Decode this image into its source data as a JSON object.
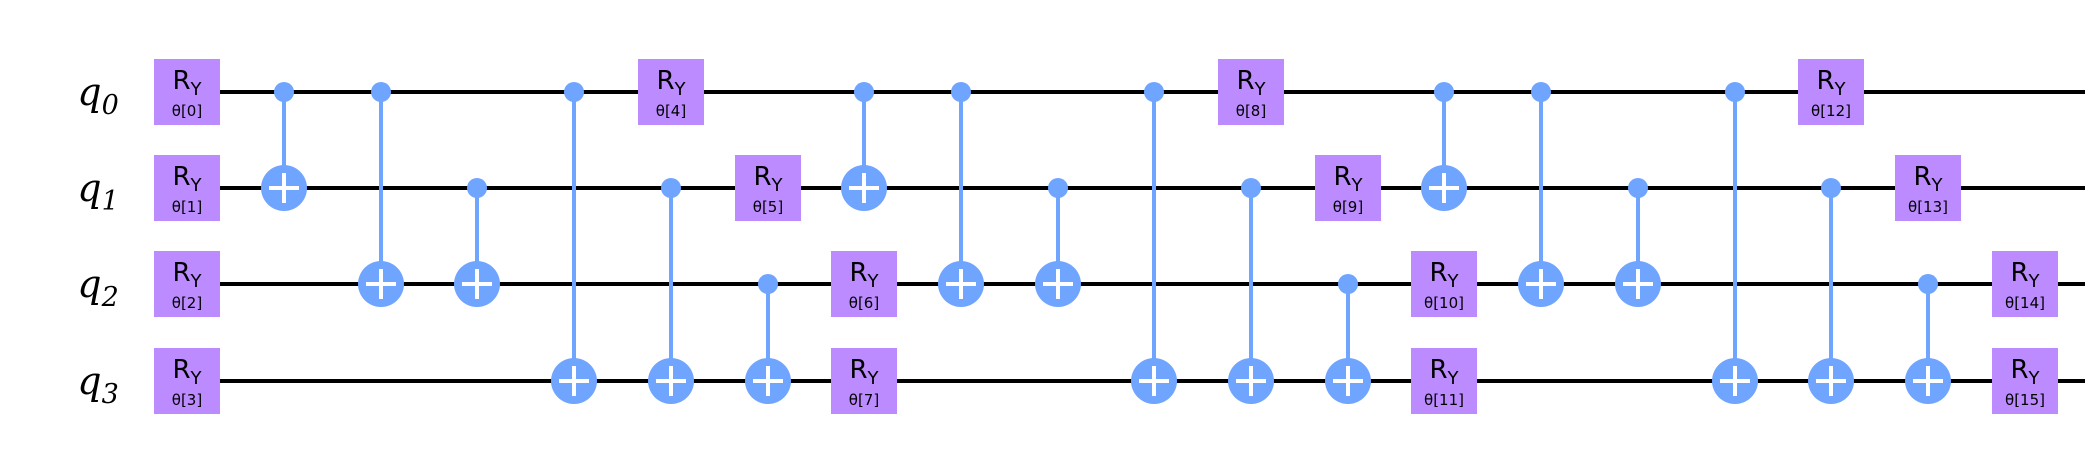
{
  "qubits": [
    {
      "base": "q",
      "index": "0"
    },
    {
      "base": "q",
      "index": "1"
    },
    {
      "base": "q",
      "index": "2"
    },
    {
      "base": "q",
      "index": "3"
    }
  ],
  "colors": {
    "wire": "#000000",
    "ry_gate": "#bb8bff",
    "cx_gate": "#6fa4ff",
    "cx_plus": "#ffffff"
  },
  "gates": [
    {
      "type": "RY",
      "name": "R",
      "sub": "Y",
      "param": "θ[0]",
      "qubit": 0,
      "column": 0
    },
    {
      "type": "RY",
      "name": "R",
      "sub": "Y",
      "param": "θ[1]",
      "qubit": 1,
      "column": 0
    },
    {
      "type": "RY",
      "name": "R",
      "sub": "Y",
      "param": "θ[2]",
      "qubit": 2,
      "column": 0
    },
    {
      "type": "RY",
      "name": "R",
      "sub": "Y",
      "param": "θ[3]",
      "qubit": 3,
      "column": 0
    },
    {
      "type": "CX",
      "control": 0,
      "target": 1,
      "column": 1
    },
    {
      "type": "CX",
      "control": 0,
      "target": 2,
      "column": 2
    },
    {
      "type": "CX",
      "control": 1,
      "target": 2,
      "column": 3
    },
    {
      "type": "CX",
      "control": 0,
      "target": 3,
      "column": 4
    },
    {
      "type": "RY",
      "name": "R",
      "sub": "Y",
      "param": "θ[4]",
      "qubit": 0,
      "column": 5
    },
    {
      "type": "CX",
      "control": 1,
      "target": 3,
      "column": 5
    },
    {
      "type": "RY",
      "name": "R",
      "sub": "Y",
      "param": "θ[5]",
      "qubit": 1,
      "column": 6
    },
    {
      "type": "CX",
      "control": 2,
      "target": 3,
      "column": 6
    },
    {
      "type": "CX",
      "control": 0,
      "target": 1,
      "column": 7
    },
    {
      "type": "RY",
      "name": "R",
      "sub": "Y",
      "param": "θ[6]",
      "qubit": 2,
      "column": 7
    },
    {
      "type": "RY",
      "name": "R",
      "sub": "Y",
      "param": "θ[7]",
      "qubit": 3,
      "column": 7
    },
    {
      "type": "CX",
      "control": 0,
      "target": 2,
      "column": 8
    },
    {
      "type": "CX",
      "control": 1,
      "target": 2,
      "column": 9
    },
    {
      "type": "CX",
      "control": 0,
      "target": 3,
      "column": 10
    },
    {
      "type": "RY",
      "name": "R",
      "sub": "Y",
      "param": "θ[8]",
      "qubit": 0,
      "column": 11
    },
    {
      "type": "CX",
      "control": 1,
      "target": 3,
      "column": 11
    },
    {
      "type": "RY",
      "name": "R",
      "sub": "Y",
      "param": "θ[9]",
      "qubit": 1,
      "column": 12
    },
    {
      "type": "CX",
      "control": 2,
      "target": 3,
      "column": 12
    },
    {
      "type": "CX",
      "control": 0,
      "target": 1,
      "column": 13
    },
    {
      "type": "RY",
      "name": "R",
      "sub": "Y",
      "param": "θ[10]",
      "qubit": 2,
      "column": 13
    },
    {
      "type": "RY",
      "name": "R",
      "sub": "Y",
      "param": "θ[11]",
      "qubit": 3,
      "column": 13
    },
    {
      "type": "CX",
      "control": 0,
      "target": 2,
      "column": 14
    },
    {
      "type": "CX",
      "control": 1,
      "target": 2,
      "column": 15
    },
    {
      "type": "CX",
      "control": 0,
      "target": 3,
      "column": 16
    },
    {
      "type": "RY",
      "name": "R",
      "sub": "Y",
      "param": "θ[12]",
      "qubit": 0,
      "column": 17
    },
    {
      "type": "CX",
      "control": 1,
      "target": 3,
      "column": 17
    },
    {
      "type": "RY",
      "name": "R",
      "sub": "Y",
      "param": "θ[13]",
      "qubit": 1,
      "column": 18
    },
    {
      "type": "CX",
      "control": 2,
      "target": 3,
      "column": 18
    },
    {
      "type": "RY",
      "name": "R",
      "sub": "Y",
      "param": "θ[14]",
      "qubit": 2,
      "column": 19
    },
    {
      "type": "RY",
      "name": "R",
      "sub": "Y",
      "param": "θ[15]",
      "qubit": 3,
      "column": 19
    }
  ]
}
